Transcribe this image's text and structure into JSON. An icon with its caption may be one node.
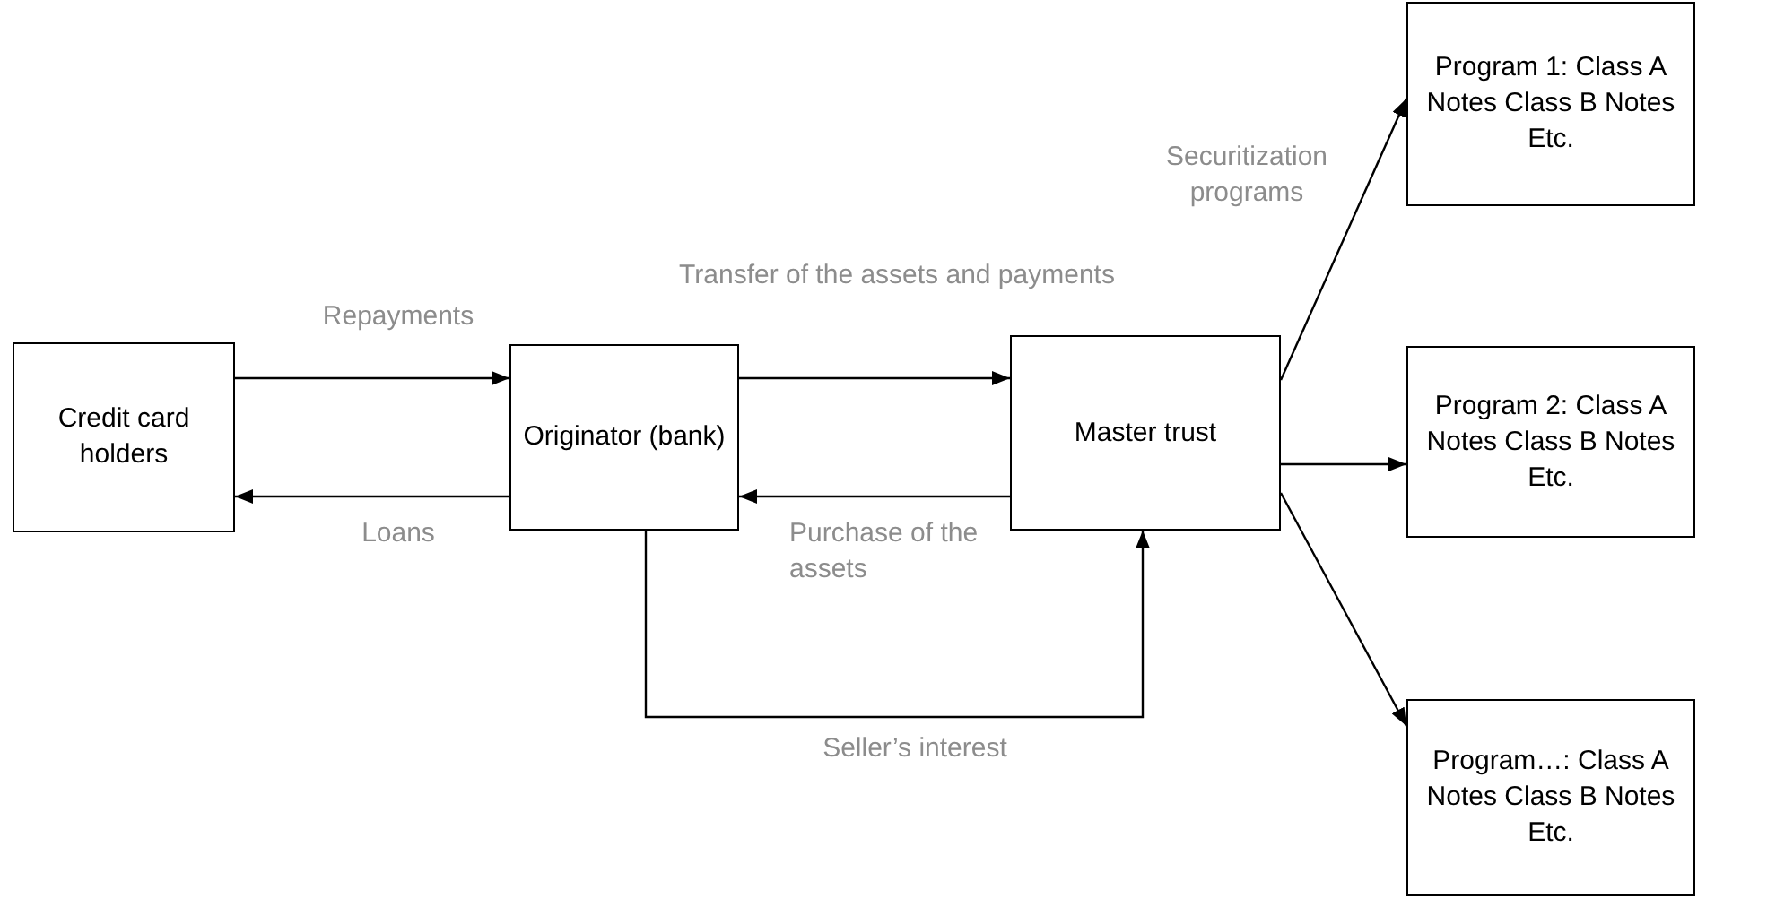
{
  "diagram": {
    "nodes": [
      {
        "text": [
          "Credit card holders"
        ]
      },
      {
        "text": [
          "Originator (bank)"
        ]
      },
      {
        "text": [
          "Master trust"
        ]
      },
      {
        "text": [
          "Program 1: Class A Notes Class B Notes Etc."
        ]
      },
      {
        "text": [
          "Program 2: Class A Notes Class B Notes Etc."
        ]
      },
      {
        "text": [
          "Program…: Class A Notes Class B Notes Etc."
        ]
      }
    ],
    "edges": [
      {
        "from": 0,
        "to": 1,
        "arrow": "to",
        "label": "Repayments"
      },
      {
        "from": 1,
        "to": 0,
        "arrow": "to",
        "label": "Loans"
      },
      {
        "from": 1,
        "to": 2,
        "arrow": "to",
        "label": "Transfer of the assets and payments"
      },
      {
        "from": 2,
        "to": 1,
        "arrow": "to",
        "label": "Purchase of the assets"
      },
      {
        "from": 1,
        "to": 2,
        "arrow": "to",
        "label": "Seller’s interest"
      },
      {
        "from": 2,
        "to": 3,
        "arrow": "to",
        "label": "Securitization programs"
      },
      {
        "from": 2,
        "to": 4,
        "arrow": "to"
      },
      {
        "from": 2,
        "to": 5,
        "arrow": "to"
      }
    ]
  }
}
